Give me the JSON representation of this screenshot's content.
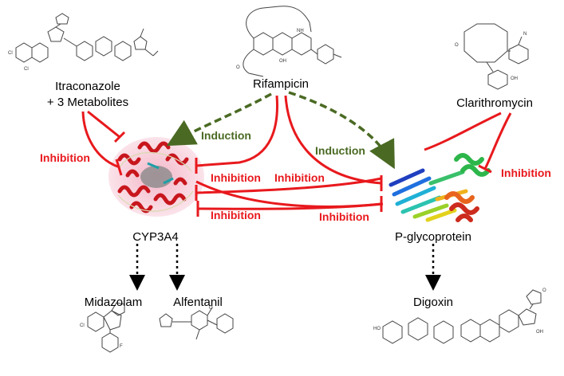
{
  "drugs": {
    "itraconazole": "Itraconazole",
    "itraconazole_sub": "+ 3 Metabolites",
    "rifampicin": "Rifampicin",
    "clarithromycin": "Clarithromycin"
  },
  "proteins": {
    "cyp3a4": "CYP3A4",
    "pgp": "P-glycoprotein"
  },
  "substrates": {
    "midazolam": "Midazolam",
    "alfentanil": "Alfentanil",
    "digoxin": "Digoxin"
  },
  "interactions": {
    "inh_itra_cyp": "Inhibition",
    "ind_rif_cyp": "Induction",
    "ind_rif_pgp": "Induction",
    "inh_rif_cyp": "Inhibition",
    "inh_rif_pgp": "Inhibition",
    "inh_pgp_cyp": "Inhibition",
    "inh_cyp_pgp": "Inhibition",
    "inh_clari_pgp": "Inhibition"
  },
  "colors": {
    "inhibition": "#e8191d",
    "induction": "#4a6a23",
    "substrate_arrow": "#000000"
  }
}
